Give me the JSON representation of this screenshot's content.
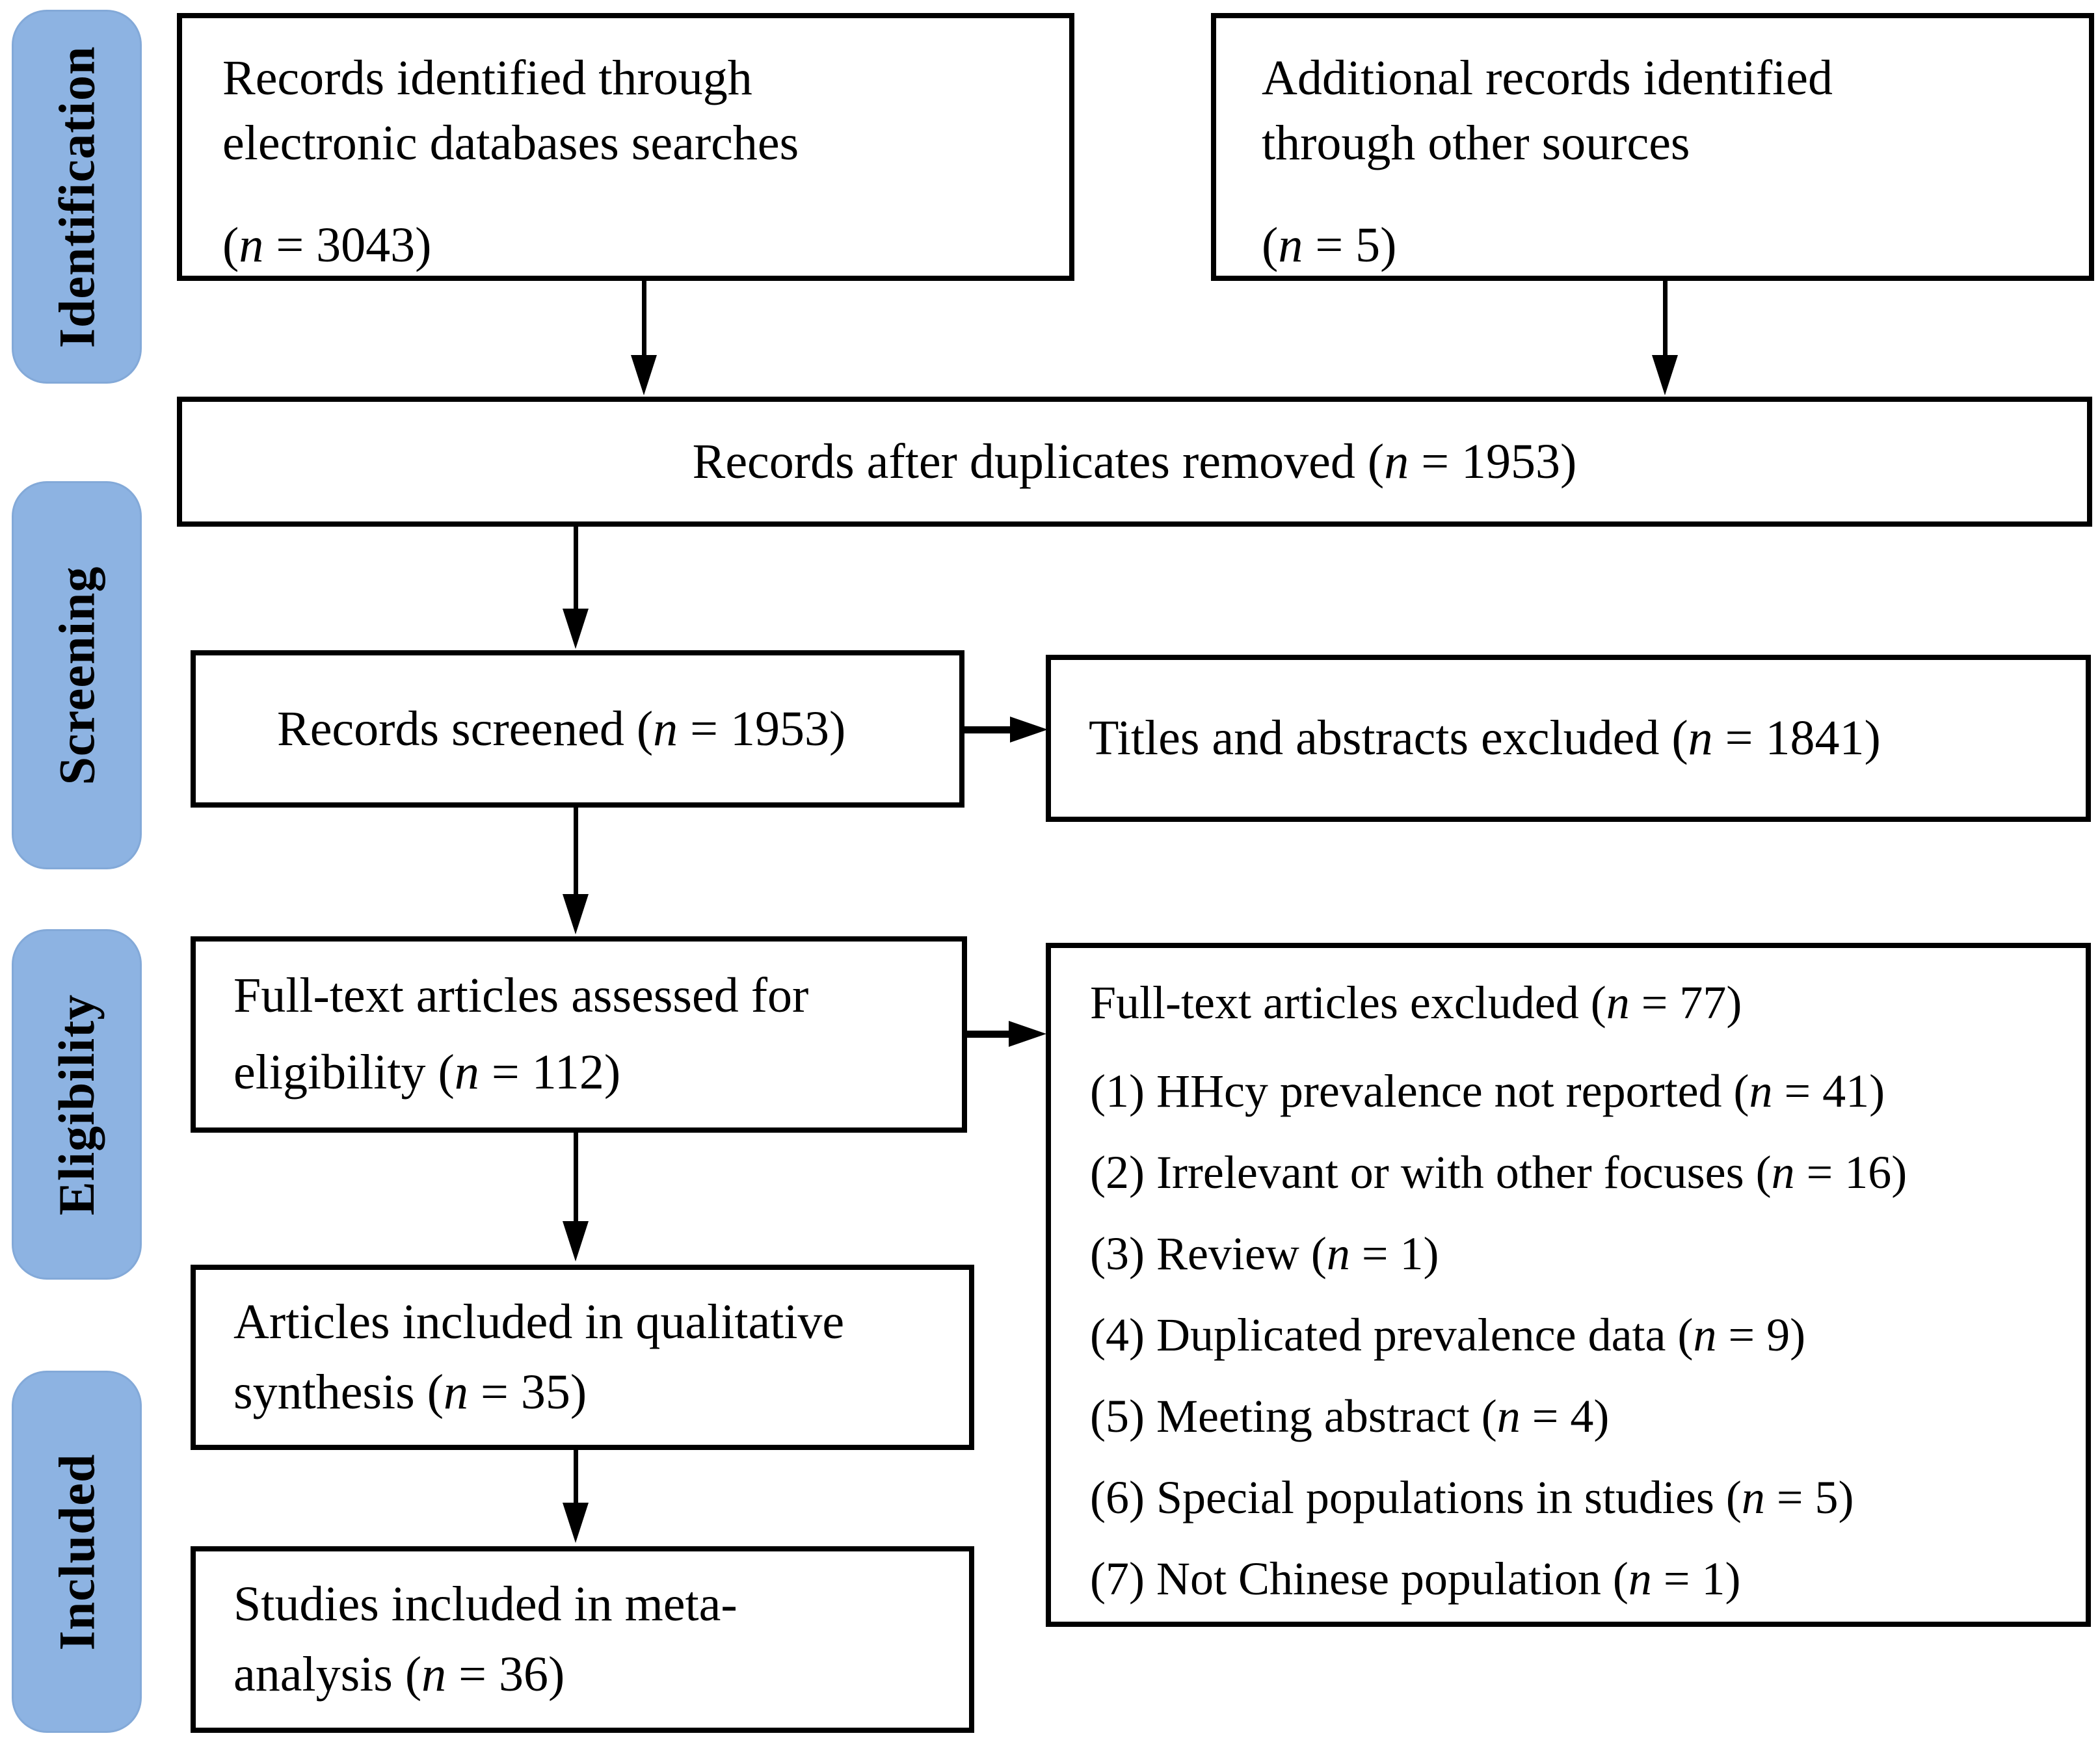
{
  "figure": {
    "kind": "prisma-flow-diagram",
    "colors": {
      "stage_fill": "#8db3e2",
      "stage_border": "#83a9d8",
      "box_border": "#000000",
      "text": "#000000",
      "background": "#ffffff"
    },
    "stages": [
      {
        "label": "Identification"
      },
      {
        "label": "Screening"
      },
      {
        "label": "Eligibility"
      },
      {
        "label": "Included"
      }
    ],
    "boxes": {
      "records_identified": {
        "lines": [
          "Records identified through",
          "electronic databases searches"
        ],
        "count": "(n = 3043)"
      },
      "additional_records": {
        "lines": [
          "Additional records identified",
          "through other sources"
        ],
        "count": "(n = 5)"
      },
      "after_duplicates": {
        "text": "Records after duplicates removed (n = 1953)"
      },
      "records_screened": {
        "text": "Records screened (n = 1953)"
      },
      "titles_abstracts_excluded": {
        "text": "Titles and abstracts excluded (n = 1841)"
      },
      "fulltext_assessed": {
        "lines": [
          "Full-text articles assessed for",
          "eligibility (n = 112)"
        ]
      },
      "fulltext_excluded": {
        "header": "Full-text articles excluded (n = 77)",
        "reasons": [
          "(1) HHcy prevalence not reported (n = 41)",
          "(2) Irrelevant or with other focuses (n = 16)",
          "(3) Review (n = 1)",
          "(4) Duplicated prevalence data (n = 9)",
          "(5) Meeting abstract (n = 4)",
          "(6) Special populations in studies (n = 5)",
          "(7) Not Chinese population (n = 1)"
        ]
      },
      "qualitative_synthesis": {
        "lines": [
          "Articles included in qualitative",
          "synthesis (n = 35)"
        ]
      },
      "meta_analysis": {
        "lines": [
          "Studies included in meta-",
          "analysis (n = 36)"
        ]
      }
    }
  }
}
